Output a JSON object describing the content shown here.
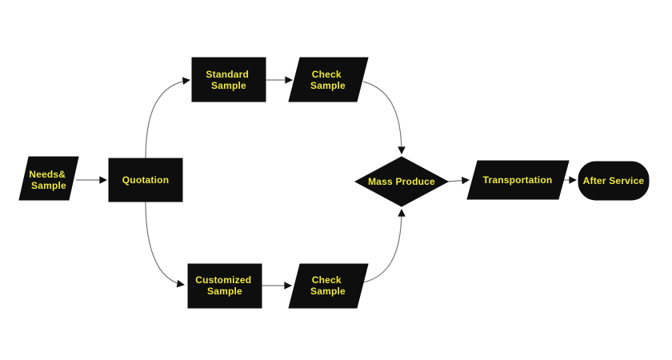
{
  "diagram": {
    "type": "flowchart",
    "colors": {
      "background": "#ffffff",
      "shape_fill": "#0e0e0e",
      "label": "#efe93f",
      "connector": "#777777",
      "arrowhead": "#111111"
    },
    "nodes": [
      {
        "id": "needs-sample",
        "shape": "parallelogram",
        "lines": [
          "Needs&",
          "Sample"
        ]
      },
      {
        "id": "quotation",
        "shape": "rectangle",
        "lines": [
          "Quotation"
        ]
      },
      {
        "id": "standard-sample",
        "shape": "rectangle",
        "lines": [
          "Standard",
          "Sample"
        ]
      },
      {
        "id": "check-sample-top",
        "shape": "parallelogram",
        "lines": [
          "Check",
          "Sample"
        ]
      },
      {
        "id": "customized-sample",
        "shape": "rectangle",
        "lines": [
          "Customized",
          "Sample"
        ]
      },
      {
        "id": "check-sample-bottom",
        "shape": "parallelogram",
        "lines": [
          "Check",
          "Sample"
        ]
      },
      {
        "id": "mass-produce",
        "shape": "diamond",
        "lines": [
          "Mass Produce"
        ]
      },
      {
        "id": "transportation",
        "shape": "parallelogram",
        "lines": [
          "Transportation"
        ]
      },
      {
        "id": "after-service",
        "shape": "terminator",
        "lines": [
          "After Service"
        ]
      }
    ],
    "edges": [
      {
        "from": "needs-sample",
        "to": "quotation"
      },
      {
        "from": "quotation",
        "to": "standard-sample"
      },
      {
        "from": "standard-sample",
        "to": "check-sample-top"
      },
      {
        "from": "check-sample-top",
        "to": "mass-produce"
      },
      {
        "from": "quotation",
        "to": "customized-sample"
      },
      {
        "from": "customized-sample",
        "to": "check-sample-bottom"
      },
      {
        "from": "check-sample-bottom",
        "to": "mass-produce"
      },
      {
        "from": "mass-produce",
        "to": "transportation"
      },
      {
        "from": "transportation",
        "to": "after-service"
      }
    ]
  }
}
